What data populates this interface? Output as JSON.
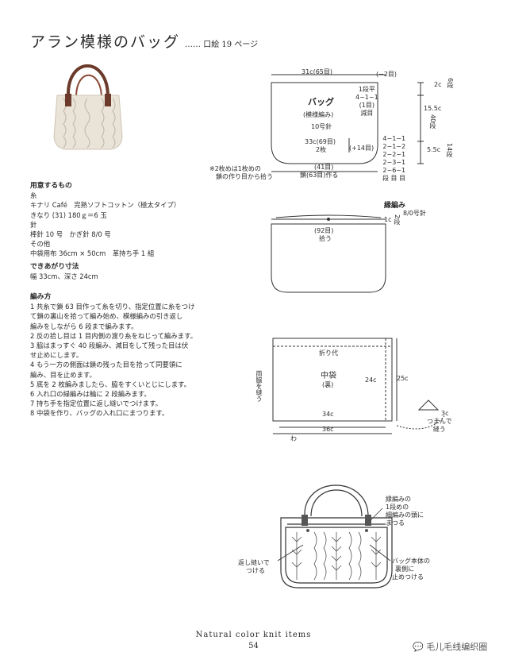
{
  "title": "アラン模様のバッグ",
  "title_ref": "…… 口絵 19 ページ",
  "materials": {
    "heading": "用意するもの",
    "yarn_label": "糸",
    "yarn_name": "キナリ Café　完熟ソフトコットン（極太タイプ）",
    "yarn_color": "きなり (31) 180ｇ＝6 玉",
    "needle_label": "針",
    "needles": "棒針 10 号　かぎ針 8/0 号",
    "other_label": "その他",
    "other_items": "中袋用布 36cm × 50cm　革持ち手 1 組"
  },
  "size": {
    "heading": "できあがり寸法",
    "value": "幅 33cm、深さ 24cm"
  },
  "method": {
    "heading": "編み方",
    "steps": [
      "1 共糸で鎖 63 目作って糸を切り、指定位置に糸をつけ",
      "て鎖の裏山を拾って編み始め、模様編みの引き返し",
      "編みをしながら 6 段まで編みます。",
      "2 反の拾し目は 1 目内側の渡り糸をねじって編みます。",
      "3 脇はまっすぐ 40 段編み、減目をして残った目は伏",
      "せ止めにします。",
      "4 もう一方の側面は鎖の残った目を拾って同要領に",
      "編み、目を止めます。",
      "5 底を 2 枚編みましたら、脇をすくいとじにします。",
      "6 入れ口の緑編みは輪に 2 段編みます。",
      "7 持ち手を指定位置に返し縫いでつけます。",
      "8 中袋を作り、バッグの入れ口にまつります。"
    ]
  },
  "diagram1": {
    "top_width": "31c(65目)",
    "top_right": "(−2目)",
    "right_rows": [
      "1段平",
      "4−1−1",
      "(1目)",
      "減目"
    ],
    "title": "バッグ",
    "subtitle": "(模様編み)",
    "needle": "10号針",
    "bottom_width": "33c(69目)",
    "bottom_rows": "2枚",
    "plus14": "(+14目)",
    "dec_rows": [
      "4−1−1",
      "2−1−2",
      "2−2−1",
      "2−3−1",
      "2−6−1",
      "段 目 目"
    ],
    "side_a": "2c",
    "side_a_rows": "6段",
    "side_b": "15.5c",
    "side_b_rows": "40段",
    "side_c": "5.5c",
    "side_c_rows": "14段",
    "note_line1": "※2枚めは1枚めの",
    "note_line2": "鎖の作り目から拾う",
    "under_width": "(41目)",
    "chain": "鎖(63目)作る"
  },
  "diagram2": {
    "label": "縁編み",
    "width": "(92目)",
    "pick": "拾う",
    "side": "1c",
    "side_rows": "2段",
    "needle": "8/0号針"
  },
  "diagram3": {
    "fold": "折り代",
    "title": "中袋",
    "subtitle": "(裏)",
    "inner_h": "24c",
    "outer_h": "25c",
    "inner_w": "34c",
    "outer_w": "36c",
    "wa": "わ",
    "side_note": "両脇を縫う",
    "corner": "3c",
    "corner_note1": "つまんで",
    "corner_note2": "縫う"
  },
  "diagram4": {
    "note1": [
      "縁編みの",
      "1段めの",
      "細編みの頭に",
      "まつる"
    ],
    "note2": [
      "返し縫いで",
      "つける"
    ],
    "note3": [
      "バッグ本体の",
      "裏側に",
      "止めつける"
    ]
  },
  "footer": {
    "series": "Natural color knit items",
    "page": "54"
  },
  "watermark": "毛儿毛线编织圈"
}
